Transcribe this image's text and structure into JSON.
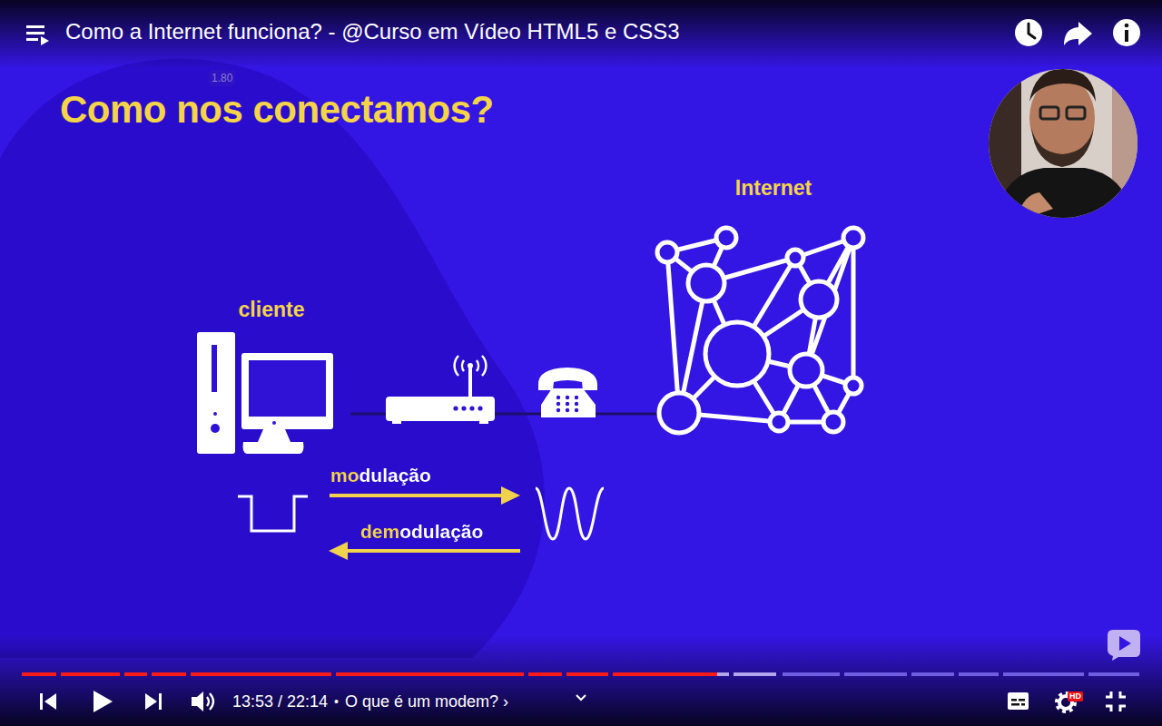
{
  "diagram": {
    "title": "Como nos conectamos?",
    "nodes": [
      {
        "text": [
          "cliente"
        ]
      },
      {
        "text": [
          "Internet"
        ]
      }
    ],
    "edges": [
      {
        "from": 0,
        "to": 1,
        "arrow": "none"
      }
    ],
    "labels": [
      "Como a Internet funciona? - @Curso em Vídeo HTML5 e CSS3",
      "1.80",
      "modulação",
      "demodulação",
      "13:53 / 22:14",
      "•",
      "O que é um modem? ›",
      "HD"
    ]
  }
}
